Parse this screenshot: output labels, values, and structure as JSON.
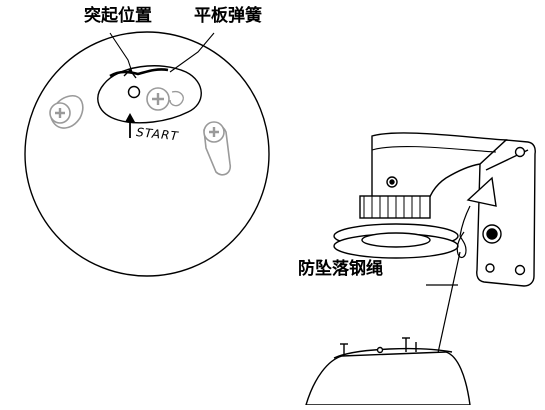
{
  "labels": {
    "bump_position": "突起位置",
    "flat_spring": "平板弹簧",
    "start": "START",
    "safety_wire": "防坠落钢绳"
  },
  "icons": {
    "screw": "cross-head-screw-icon",
    "arrow": "arrow-up-icon"
  },
  "colors": {
    "line": "#000000",
    "screw_gray": "#9a9a9a",
    "background": "#ffffff"
  }
}
